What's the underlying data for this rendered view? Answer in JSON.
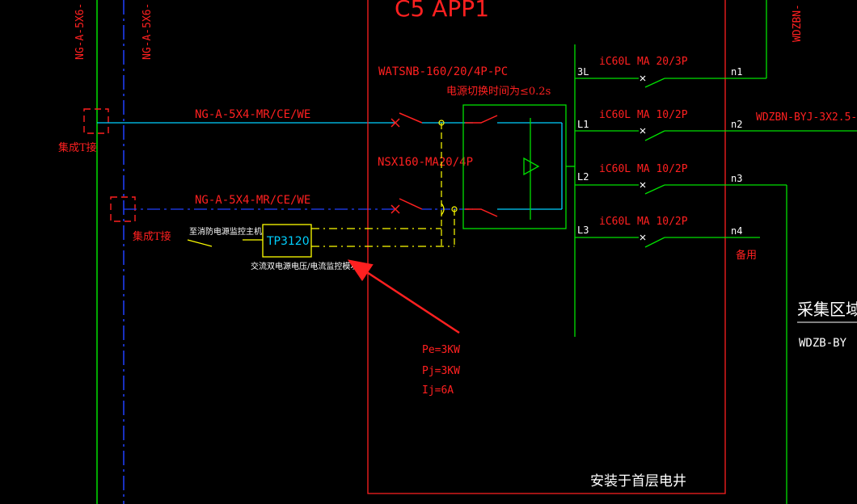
{
  "colors": {
    "background": "#000000",
    "red": "#ff2020",
    "green": "#00e000",
    "cyan": "#00d0ff",
    "yellow": "#ffff00",
    "blue": "#2040ff",
    "white": "#ffffff"
  },
  "panel": {
    "title": "C5 APP1",
    "install_note": "安装于首层电井"
  },
  "cables": {
    "top_left_1": "NG-A-5X6-",
    "top_left_2": "NG-A-5X6-",
    "incoming_1": "NG-A-5X4-MR/CE/WE",
    "incoming_2": "NG-A-5X4-MR/CE/WE",
    "n2_out": "WDZBN-BYJ-3X2.5-",
    "right_vertical": "WDZBN-",
    "lower_right": "WDZB-BY"
  },
  "labels": {
    "tap_1": "集成T接",
    "tap_2": "集成T接",
    "ats": "WATSNB-160/20/4P-PC",
    "switch_time": "电源切换时间为≤0.2s",
    "nsx": "NSX160-MA20/4P",
    "fire_host": "至消防电源监控主机",
    "module": "TP3120",
    "module_desc": "交流双电源电压/电流监控模块",
    "acq_area": "采集区域",
    "spare": "备用"
  },
  "load": {
    "pe": "Pe=3KW",
    "pj": "Pj=3KW",
    "ij": "Ij=6A"
  },
  "circuits": [
    {
      "phase": "3L",
      "breaker": "iC60L MA 20/3P",
      "id": "n1"
    },
    {
      "phase": "L1",
      "breaker": "iC60L MA 10/2P",
      "id": "n2"
    },
    {
      "phase": "L2",
      "breaker": "iC60L MA 10/2P",
      "id": "n3"
    },
    {
      "phase": "L3",
      "breaker": "iC60L MA 10/2P",
      "id": "n4"
    }
  ]
}
